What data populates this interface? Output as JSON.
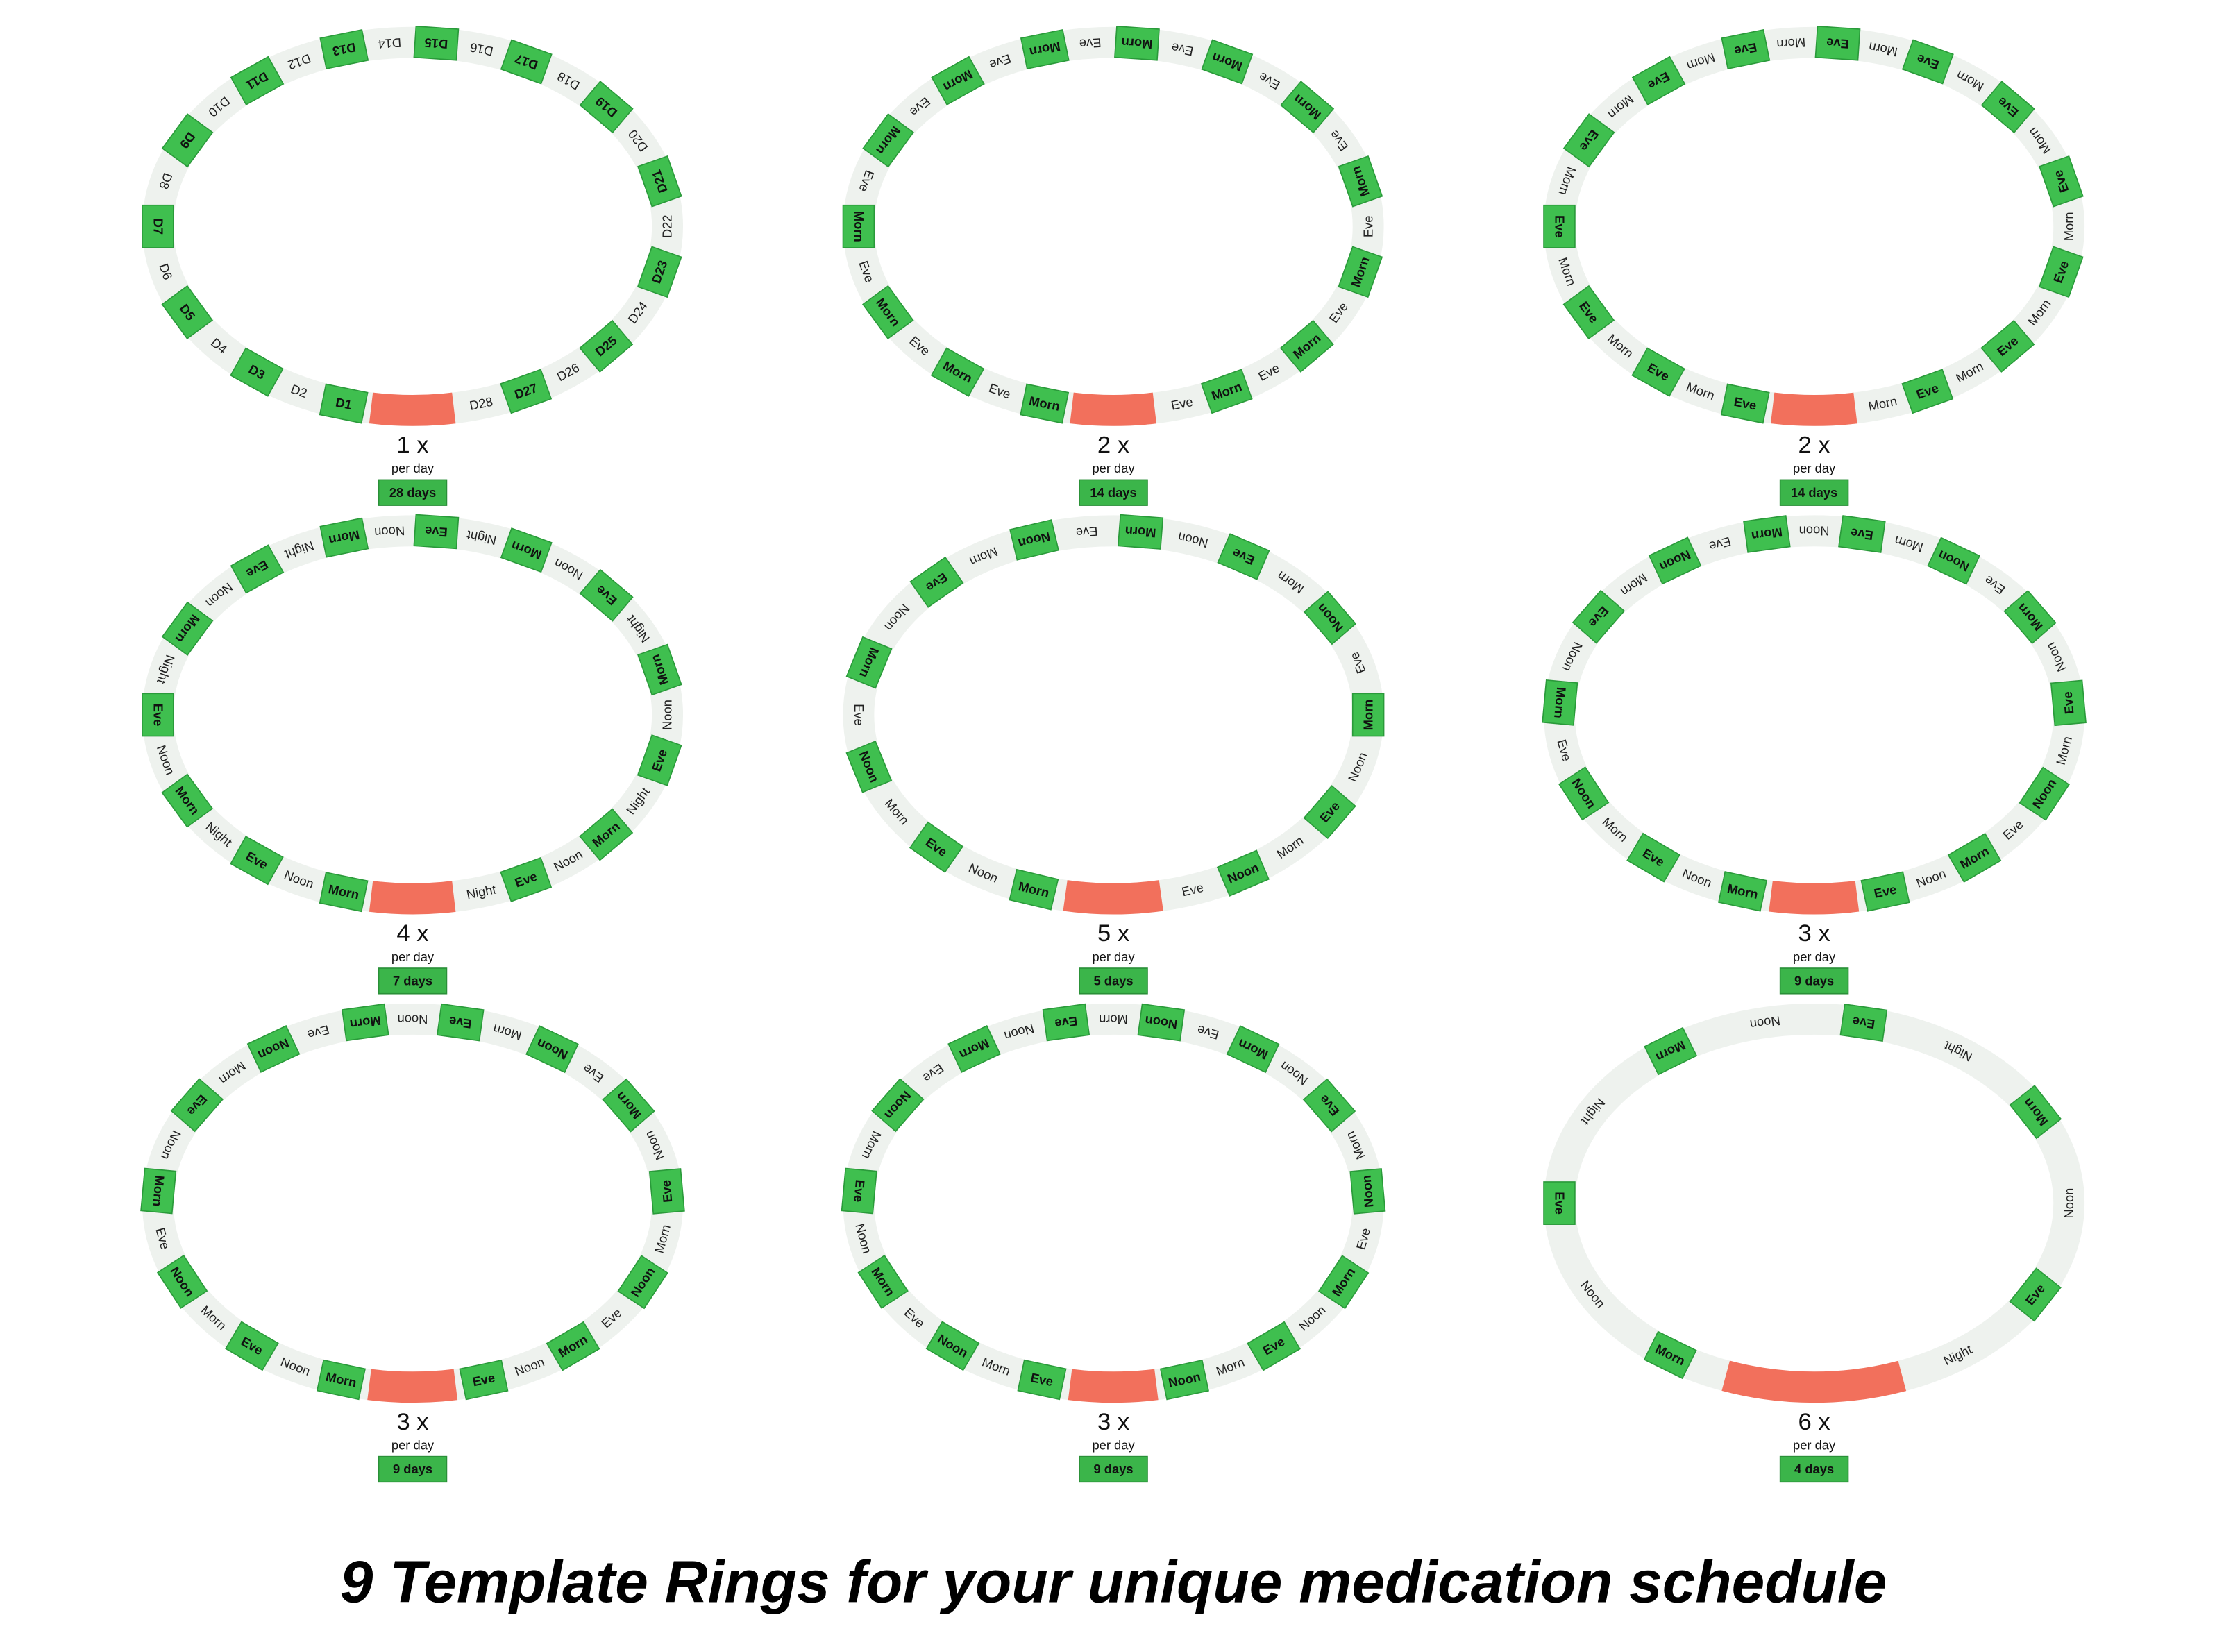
{
  "title": "9 Template Rings for your unique medication schedule",
  "colors": {
    "green": "#3fbf4f",
    "red": "#f2705c",
    "text": "#111111"
  },
  "rings": [
    {
      "count": "1 x",
      "per": "per day",
      "days": "28 days",
      "slots": [
        "D1",
        "D2",
        "D3",
        "D4",
        "D5",
        "D6",
        "D7",
        "D8",
        "D9",
        "D10",
        "D11",
        "D12",
        "D13",
        "D14",
        "D15",
        "D16",
        "D17",
        "D18",
        "D19",
        "D20",
        "D21",
        "D22",
        "D23",
        "D24",
        "D25",
        "D26",
        "D27",
        "D28"
      ]
    },
    {
      "count": "2 x",
      "per": "per day",
      "days": "14 days",
      "slots": [
        "Morn",
        "Eve",
        "Morn",
        "Eve",
        "Morn",
        "Eve",
        "Morn",
        "Eve",
        "Morn",
        "Eve",
        "Morn",
        "Eve",
        "Morn",
        "Eve",
        "Morn",
        "Eve",
        "Morn",
        "Eve",
        "Morn",
        "Eve",
        "Morn",
        "Eve",
        "Morn",
        "Eve",
        "Morn",
        "Eve",
        "Morn",
        "Eve"
      ]
    },
    {
      "count": "2 x",
      "per": "per day",
      "days": "14 days",
      "slots": [
        "Eve",
        "Morn",
        "Eve",
        "Morn",
        "Eve",
        "Morn",
        "Eve",
        "Morn",
        "Eve",
        "Morn",
        "Eve",
        "Morn",
        "Eve",
        "Morn",
        "Eve",
        "Morn",
        "Eve",
        "Morn",
        "Eve",
        "Morn",
        "Eve",
        "Morn",
        "Eve",
        "Morn",
        "Eve",
        "Morn",
        "Eve",
        "Morn"
      ]
    },
    {
      "count": "4 x",
      "per": "per day",
      "days": "7 days",
      "slots": [
        "Morn",
        "Noon",
        "Eve",
        "Night",
        "Morn",
        "Noon",
        "Eve",
        "Night",
        "Morn",
        "Noon",
        "Eve",
        "Night",
        "Morn",
        "Noon",
        "Eve",
        "Night",
        "Morn",
        "Noon",
        "Eve",
        "Night",
        "Morn",
        "Noon",
        "Eve",
        "Night",
        "Morn",
        "Noon",
        "Eve",
        "Night"
      ]
    },
    {
      "count": "5 x",
      "per": "per day",
      "days": "5 days",
      "slots": [
        "Morn",
        "Noon",
        "Eve",
        "Morn",
        "Noon",
        "Eve",
        "Morn",
        "Noon",
        "Eve",
        "Morn",
        "Noon",
        "Eve",
        "Morn",
        "Noon",
        "Eve",
        "Morn",
        "Noon",
        "Eve",
        "Morn",
        "Noon",
        "Eve",
        "Morn",
        "Noon",
        "Eve"
      ]
    },
    {
      "count": "3 x",
      "per": "per day",
      "days": "9 days",
      "slots": [
        "Morn",
        "Noon",
        "Eve",
        "Morn",
        "Noon",
        "Eve",
        "Morn",
        "Noon",
        "Eve",
        "Morn",
        "Noon",
        "Eve",
        "Morn",
        "Noon",
        "Eve",
        "Morn",
        "Noon",
        "Eve",
        "Morn",
        "Noon",
        "Eve",
        "Morn",
        "Noon",
        "Eve",
        "Morn",
        "Noon",
        "Eve"
      ]
    },
    {
      "count": "3 x",
      "per": "per day",
      "days": "9 days",
      "slots": [
        "Morn",
        "Noon",
        "Eve",
        "Morn",
        "Noon",
        "Eve",
        "Morn",
        "Noon",
        "Eve",
        "Morn",
        "Noon",
        "Eve",
        "Morn",
        "Noon",
        "Eve",
        "Morn",
        "Noon",
        "Eve",
        "Morn",
        "Noon",
        "Eve",
        "Morn",
        "Noon",
        "Eve",
        "Morn",
        "Noon",
        "Eve"
      ]
    },
    {
      "count": "3 x",
      "per": "per day",
      "days": "9 days",
      "slots": [
        "Eve",
        "Morn",
        "Noon",
        "Eve",
        "Morn",
        "Noon",
        "Eve",
        "Morn",
        "Noon",
        "Eve",
        "Morn",
        "Noon",
        "Eve",
        "Morn",
        "Noon",
        "Eve",
        "Morn",
        "Noon",
        "Eve",
        "Morn",
        "Noon",
        "Eve",
        "Morn",
        "Noon",
        "Eve",
        "Morn",
        "Noon"
      ]
    },
    {
      "count": "6 x",
      "per": "per day",
      "days": "4 days",
      "slots": [
        "Morn",
        "Noon",
        "Eve",
        "Night",
        "Morn",
        "Noon",
        "Eve",
        "Night",
        "Morn",
        "Noon",
        "Eve",
        "Night"
      ]
    }
  ]
}
